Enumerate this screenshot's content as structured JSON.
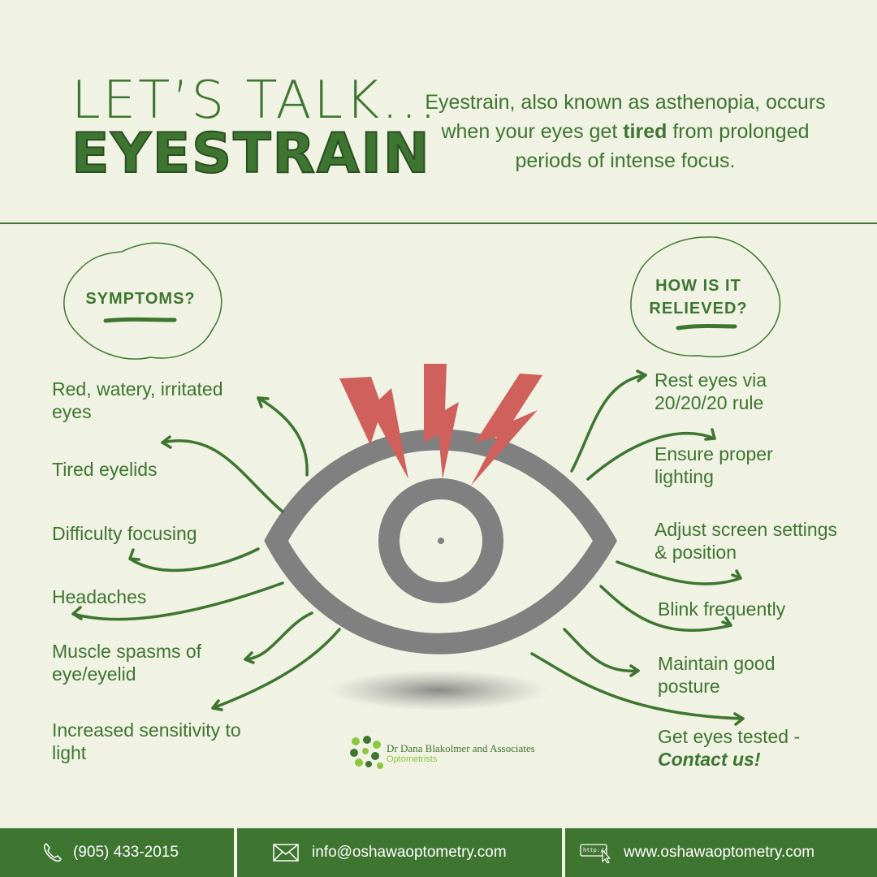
{
  "header": {
    "title_line1": "LET’S TALK...",
    "title_line2": "EYESTRAIN",
    "intro_pre": "Eyestrain, also known as asthenopia, occurs when your eyes get ",
    "intro_bold": "tired",
    "intro_post": " from prolonged periods of intense focus."
  },
  "symptoms": {
    "heading": "SYMPTOMS?",
    "items": [
      "Red, watery, irritated eyes",
      "Tired eyelids",
      "Difficulty focusing",
      "Headaches",
      "Muscle spasms of eye/eyelid",
      "Increased sensitivity to light"
    ]
  },
  "relief": {
    "heading_line1": "HOW IS IT",
    "heading_line2": "RELIEVED?",
    "items": [
      "Rest eyes via 20/20/20 rule",
      "Ensure proper lighting",
      "Adjust screen settings & position",
      "Blink frequently",
      "Maintain good posture"
    ],
    "last_item_line1": "Get eyes tested -",
    "last_item_line2": "Contact us!"
  },
  "logo": {
    "name": "Dr Dana Blakolmer and Associates",
    "sub": "Optometrists"
  },
  "footer": {
    "phone": "(905) 433-2015",
    "email": "info@oshawaoptometry.com",
    "website": "www.oshawaoptometry.com",
    "url_icon_text": "http://"
  },
  "colors": {
    "background": "#f0f2e4",
    "green": "#3e7530",
    "eye_gray": "#808080",
    "lightning": "#d0605c",
    "logo_green": "#8cc63f"
  },
  "icons": [
    "phone-icon",
    "mail-icon",
    "browser-cursor-icon",
    "eye-illustration",
    "lightning-bolt-icon"
  ]
}
